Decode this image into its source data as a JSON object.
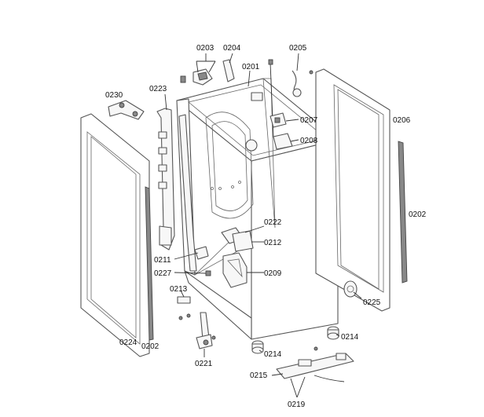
{
  "labels": {
    "l0203": "0203",
    "l0204": "0204",
    "l0201": "0201",
    "l0205": "0205",
    "l0230": "0230",
    "l0223": "0223",
    "l0207": "0207",
    "l0206": "0206",
    "l0208": "0208",
    "l0202_right": "0202",
    "l0222": "0222",
    "l0212": "0212",
    "l0211": "0211",
    "l0227": "0227",
    "l0209": "0209",
    "l0213": "0213",
    "l0225": "0225",
    "l0224": "0224",
    "l0202_left": "0202",
    "l0214_right": "0214",
    "l0214_left": "0214",
    "l0221": "0221",
    "l0215": "0215",
    "l0219": "0219"
  }
}
